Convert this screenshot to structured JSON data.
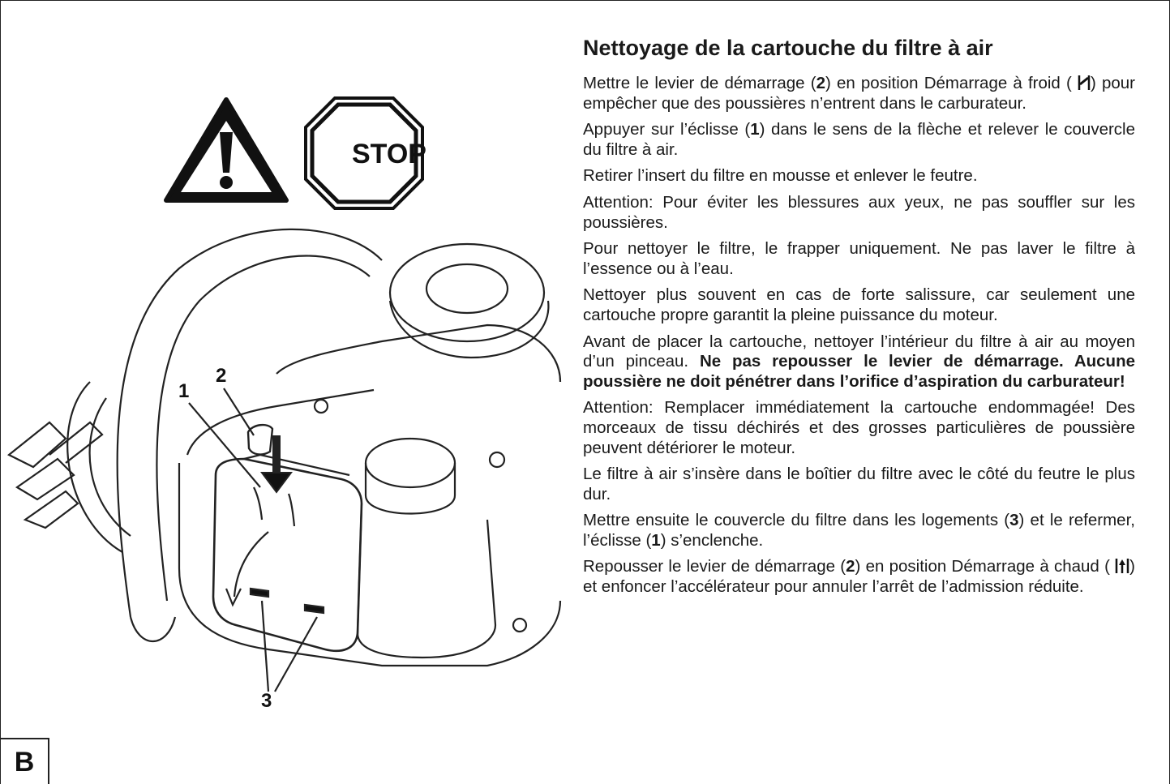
{
  "figure": {
    "callouts": [
      "1",
      "2",
      "3"
    ],
    "stop_sign": "STOP",
    "figure_letter": "B",
    "warning_icon": "warning-triangle-icon"
  },
  "text": {
    "heading": "Nettoyage de la cartouche du filtre à air",
    "p1": {
      "a": "Mettre le levier de démarrage (",
      "ref": "2",
      "b": ") en position Démarrage à froid (",
      "c": ") pour empêcher que des poussières n’entrent dans le carburateur."
    },
    "p2": {
      "a": "Appuyer sur l’éclisse (",
      "ref": "1",
      "b": ") dans le sens de la flèche et relever le couvercle du filtre à air."
    },
    "p3": "Retirer l’insert du filtre en mousse et enlever le feutre.",
    "p4": "Attention: Pour éviter les blessures aux yeux, ne pas souffler sur les poussières.",
    "p5": "Pour nettoyer le filtre, le frapper uniquement. Ne pas laver le filtre à l’essence ou à l’eau.",
    "p6": "Nettoyer plus souvent en cas de forte salissure, car seulement une cartouche propre garantit la pleine puissance du moteur.",
    "p7": {
      "a": "Avant de placer la cartouche, nettoyer l’intérieur du filtre à air au moyen d’un pinceau. ",
      "bold": "Ne pas repousser le levier de dé­marrage. Aucune poussière ne doit pénétrer dans l’orifice d’aspiration du carburateur!"
    },
    "p8": "Attention: Remplacer immédiatement la cartouche endom­magée! Des morceaux de tissu déchirés et des grosses particulières de poussière peuvent détériorer le moteur.",
    "p9": "Le filtre à air s’insère dans le boîtier du filtre avec le côté du feutre le plus dur.",
    "p10": {
      "a": "Mettre ensuite le couvercle du filtre dans les logements (",
      "ref3": "3",
      "b": ") et le refermer, l’éclisse (",
      "ref1": "1",
      "c": ") s’enclenche."
    },
    "p11": {
      "a": "Repousser le levier de démarrage (",
      "ref": "2",
      "b": ") en position Démarrage à chaud (",
      "c": ") et enfoncer l’accélérateur pour annuler l’arrêt de l’admission réduite."
    }
  }
}
